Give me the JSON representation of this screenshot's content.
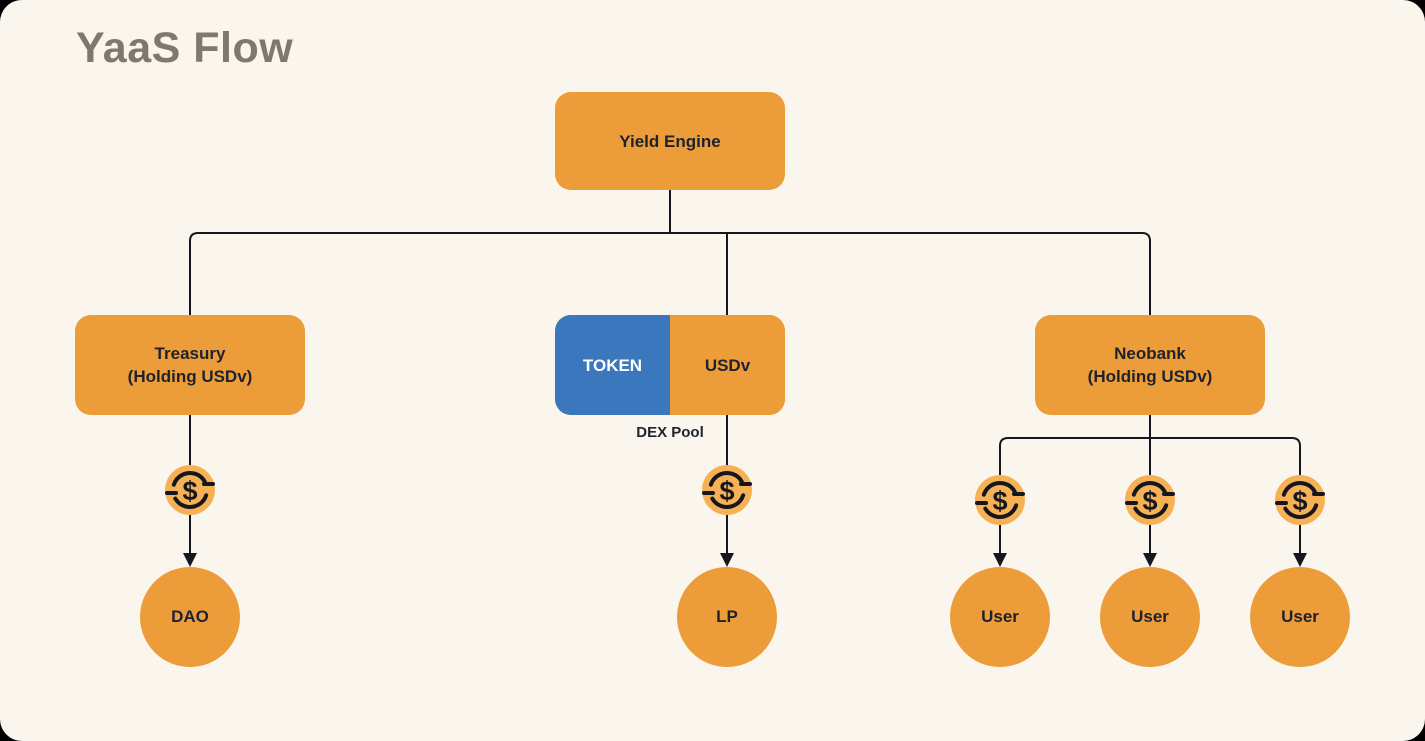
{
  "title": "YaaS Flow",
  "colors": {
    "background": "#FBF6ED",
    "node_orange": "#EC9D39",
    "coin_orange": "#F7B155",
    "token_blue": "#3A77BD",
    "line_dark": "#16161F",
    "text_dark": "#1E222E",
    "title_gray": "#7E786E"
  },
  "nodes": {
    "yield_engine": {
      "label": "Yield Engine"
    },
    "treasury": {
      "line1": "Treasury",
      "line2": "(Holding USDv)"
    },
    "dex_pool": {
      "token_label": "TOKEN",
      "usdv_label": "USDv",
      "caption": "DEX Pool"
    },
    "neobank": {
      "line1": "Neobank",
      "line2": "(Holding USDv)"
    },
    "dao": {
      "label": "DAO"
    },
    "lp": {
      "label": "LP"
    },
    "users": [
      {
        "label": "User"
      },
      {
        "label": "User"
      },
      {
        "label": "User"
      }
    ]
  },
  "icons": {
    "coin": "dollar-coin-icon"
  },
  "edges": [
    {
      "from": "Yield Engine",
      "to": "Treasury (Holding USDv)"
    },
    {
      "from": "Yield Engine",
      "to": "DEX Pool USDv"
    },
    {
      "from": "Yield Engine",
      "to": "Neobank (Holding USDv)"
    },
    {
      "from": "Treasury (Holding USDv)",
      "to": "DAO"
    },
    {
      "from": "DEX Pool USDv",
      "to": "LP"
    },
    {
      "from": "Neobank (Holding USDv)",
      "to": "User 1"
    },
    {
      "from": "Neobank (Holding USDv)",
      "to": "User 2"
    },
    {
      "from": "Neobank (Holding USDv)",
      "to": "User 3"
    }
  ]
}
